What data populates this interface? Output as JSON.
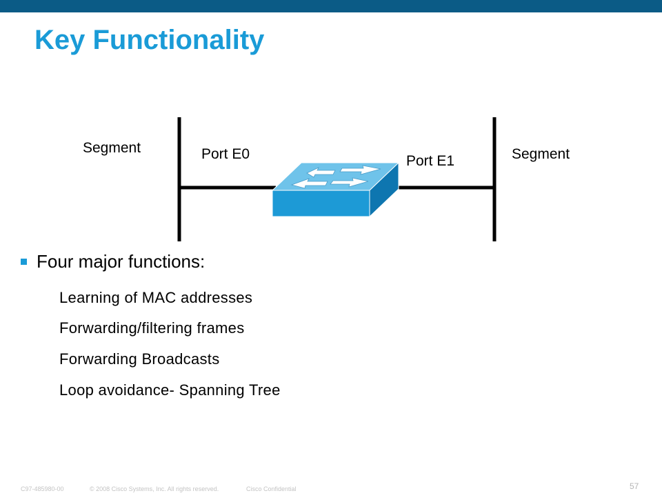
{
  "slide": {
    "title": "Key Functionality"
  },
  "diagram": {
    "left_segment_label": "Segment",
    "right_segment_label": "Segment",
    "port_left_label": "Port E0",
    "port_right_label": "Port E1",
    "switch_icon": "network-switch-icon",
    "colors": {
      "switch_top": "#6fc3ea",
      "switch_front": "#1d9ad6",
      "switch_side": "#0e76b0",
      "segment_line": "#000000"
    }
  },
  "bullets": {
    "main": "Four major functions:",
    "items": [
      "Learning of MAC addresses",
      "Forwarding/filtering frames",
      "Forwarding Broadcasts",
      "Loop avoidance- Spanning Tree"
    ]
  },
  "footer": {
    "doc_id": "C97-485980-00",
    "copyright": "© 2008 Cisco Systems, Inc. All rights reserved.",
    "confidential": "Cisco Confidential",
    "page_number": "57"
  },
  "colors": {
    "top_bar": "#0b5b86",
    "title": "#1a9bd7",
    "bullet": "#1a9bd7"
  }
}
